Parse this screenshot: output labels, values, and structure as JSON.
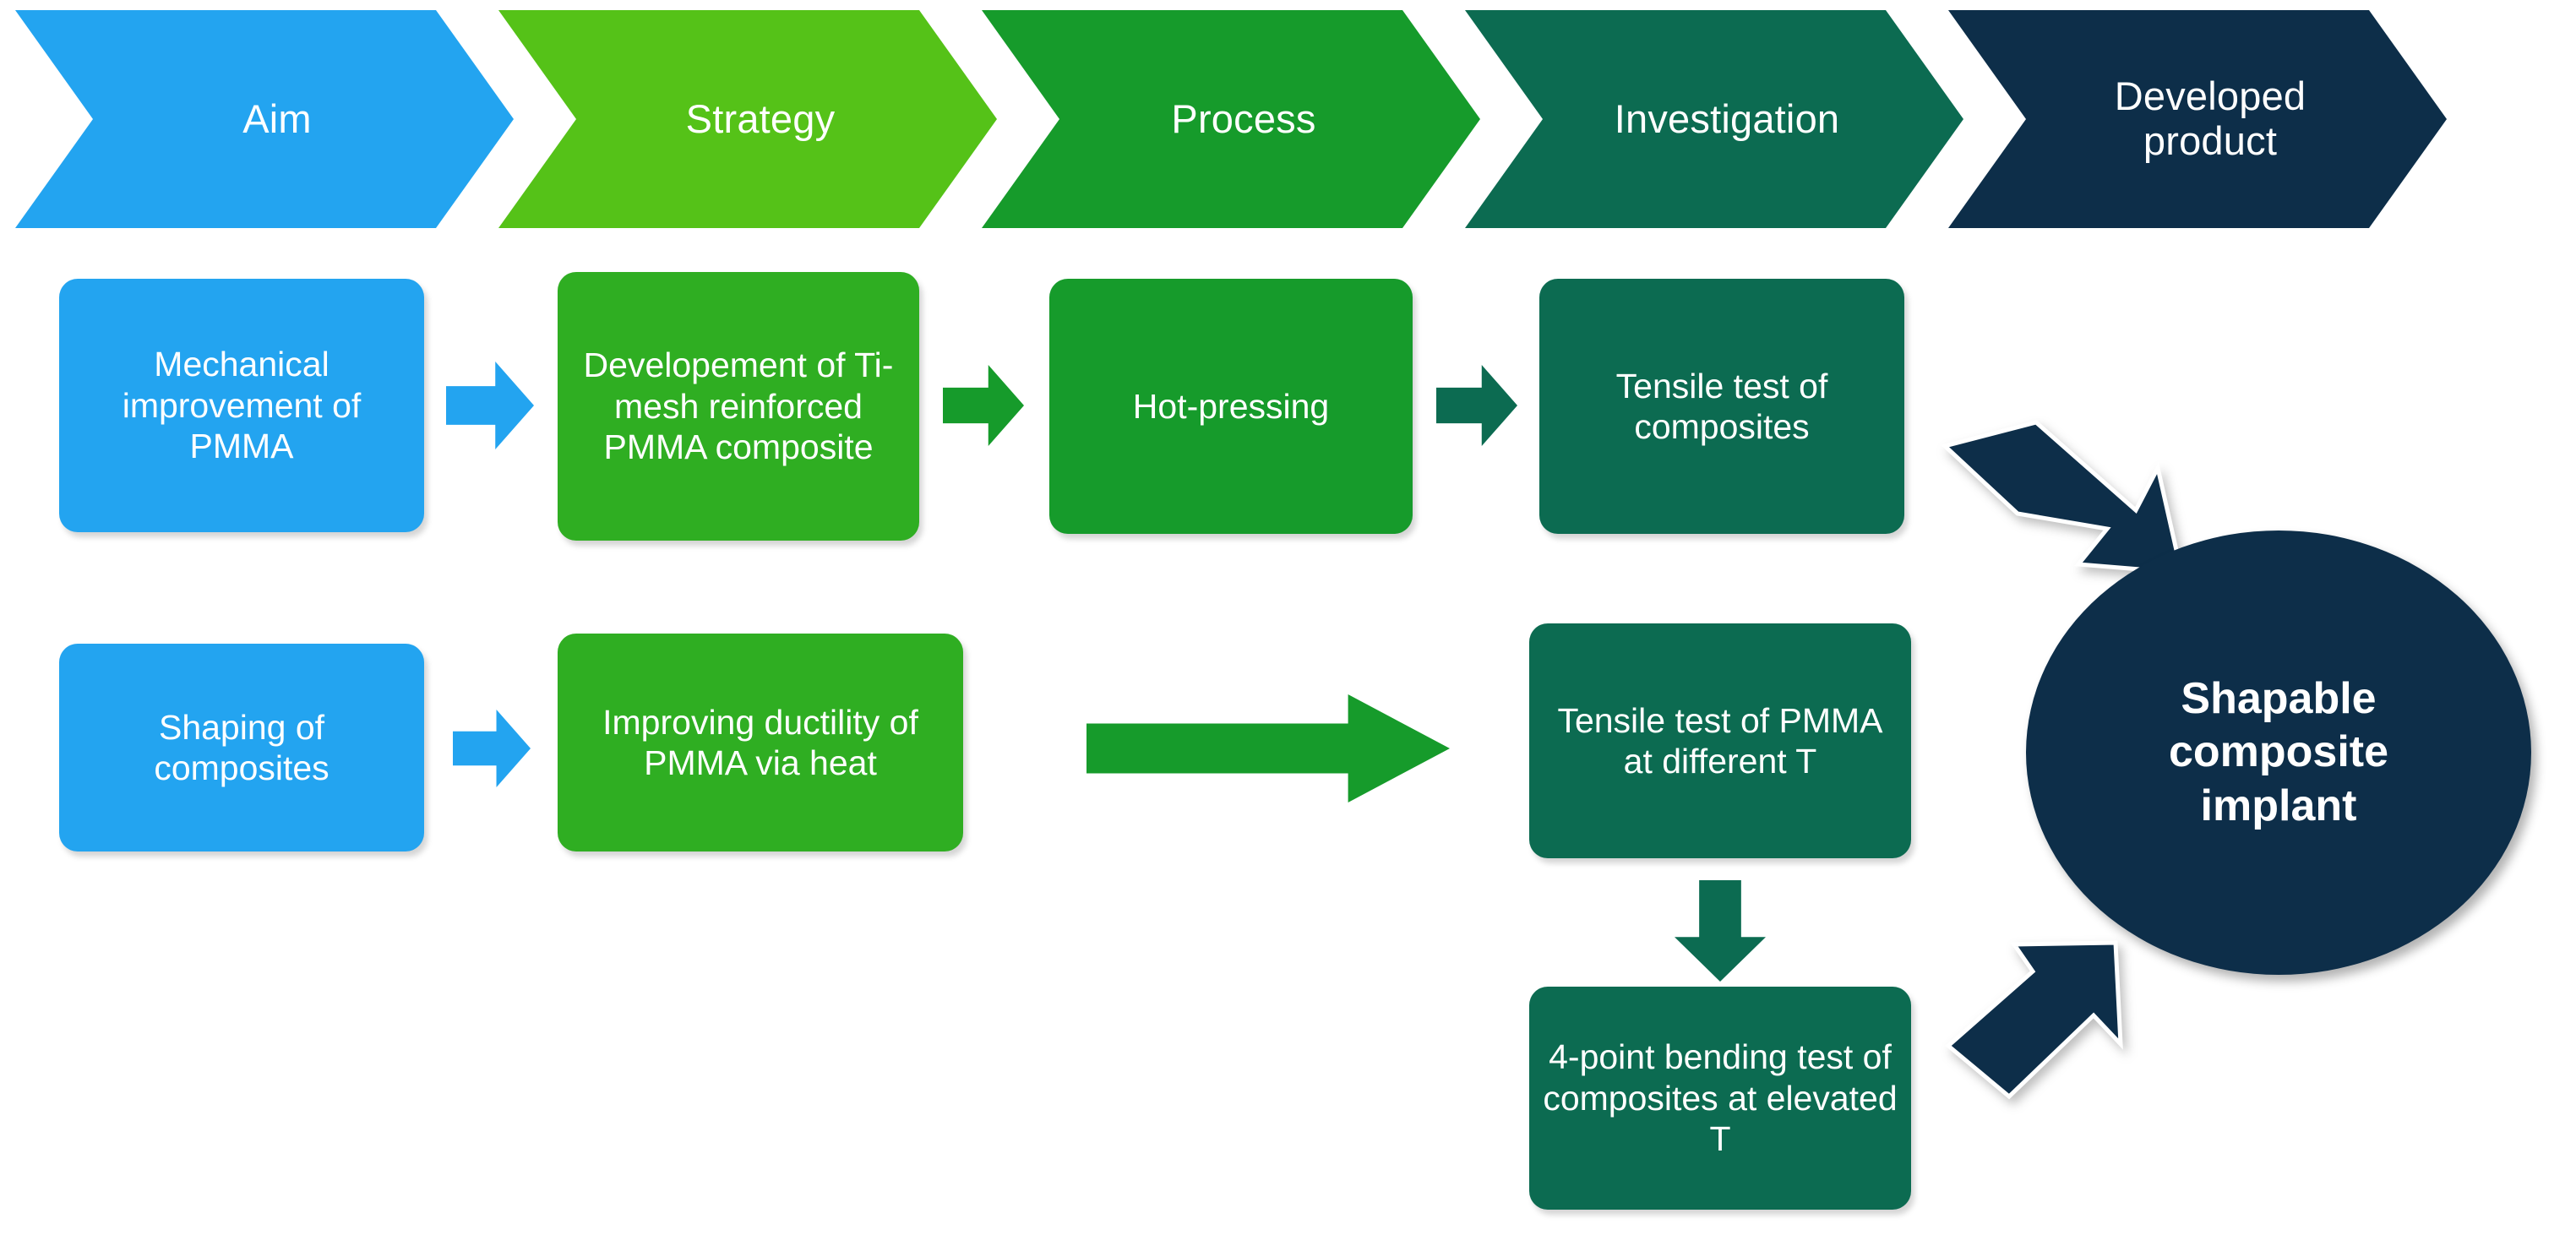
{
  "palette": {
    "blue": "#23A4F0",
    "green_light": "#55C218",
    "green": "#169B2B",
    "teal": "#0C6B51",
    "navy": "#0D2E49",
    "background": "#FFFFFF",
    "text_on_shape": "#FFFFFF"
  },
  "header": {
    "stages": [
      {
        "label": "Aim",
        "color": "#23A4F0"
      },
      {
        "label": "Strategy",
        "color": "#55C218"
      },
      {
        "label": "Process",
        "color": "#169B2B"
      },
      {
        "label": "Investigation",
        "color": "#0C6B51"
      },
      {
        "label": "Developed\nproduct",
        "color": "#0D2E49",
        "line1": "Developed",
        "line2": "product"
      }
    ]
  },
  "rows": [
    {
      "name": "mechanical-improvement-track",
      "boxes": [
        {
          "id": "aim-1",
          "text": "Mechanical improvement of PMMA",
          "color": "#23A4F0"
        },
        {
          "id": "strategy-1",
          "text": "Developement of Ti-mesh reinforced PMMA composite",
          "color": "#2FAE22"
        },
        {
          "id": "process-1",
          "text": "Hot-pressing",
          "color": "#169B2B"
        },
        {
          "id": "investigation-1",
          "text": "Tensile test of composites",
          "color": "#0C6B51"
        }
      ],
      "connectors": [
        {
          "id": "arrow-aim-to-strategy-1",
          "kind": "arrow-right",
          "color": "#23A4F0"
        },
        {
          "id": "arrow-strategy-to-process-1",
          "kind": "arrow-right",
          "color": "#169B2B"
        },
        {
          "id": "arrow-process-to-investigation-1",
          "kind": "arrow-right",
          "color": "#0C6B51"
        }
      ]
    },
    {
      "name": "shaping-track",
      "boxes": [
        {
          "id": "aim-2",
          "text": "Shaping of composites",
          "color": "#23A4F0"
        },
        {
          "id": "strategy-2",
          "text": "Improving ductility of PMMA via heat",
          "color": "#2FAE22"
        },
        {
          "id": "investigation-2",
          "text": "Tensile test of PMMA at different T",
          "color": "#0C6B51"
        },
        {
          "id": "investigation-3",
          "text": "4-point bending test of composites at elevated T",
          "color": "#0C6B51"
        }
      ],
      "connectors": [
        {
          "id": "arrow-aim-to-strategy-2",
          "kind": "arrow-right",
          "color": "#23A4F0"
        },
        {
          "id": "arrow-long-to-investigation-2",
          "kind": "arrow-right-long",
          "color": "#169B2B"
        },
        {
          "id": "arrow-down-to-bending",
          "kind": "arrow-down",
          "color": "#0C6B51"
        }
      ]
    }
  ],
  "outcome": {
    "id": "developed-product-outcome",
    "line1": "Shapable",
    "line2": "composite",
    "line3": "implant",
    "color": "#0D2E49",
    "inbound_arrows": [
      {
        "id": "arrow-diag-down-right",
        "direction": "down-right",
        "color": "#0D2E49"
      },
      {
        "id": "arrow-diag-up-right",
        "direction": "up-right",
        "color": "#0D2E49"
      }
    ]
  }
}
